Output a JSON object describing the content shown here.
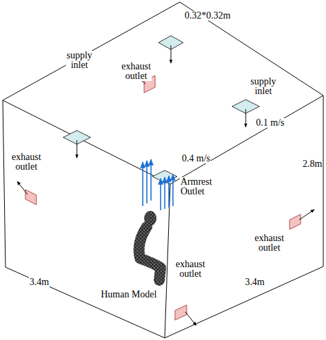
{
  "diagram": {
    "labels": [
      "0.32*0.32m",
      "supply inlet",
      "supply inlet",
      "0.1 m/s",
      "exhaust outlet",
      "0.4 m/s",
      "2.8m",
      "Armrest Outlet",
      "exhaust outlet",
      "exhaust outlet",
      "Human Model",
      "3.4m",
      "3.4m",
      "exhaust outlet"
    ]
  }
}
